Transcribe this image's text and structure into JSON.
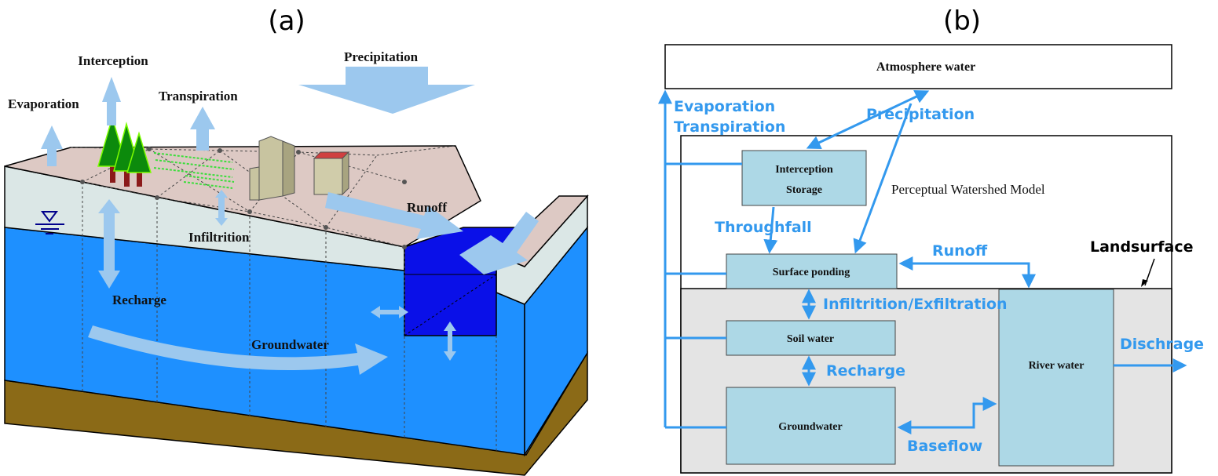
{
  "panel_a": {
    "label": "(a)",
    "labels": {
      "interception": "Interception",
      "evaporation": "Evaporation",
      "transpiration": "Transpiration",
      "precipitation": "Precipitation",
      "runoff": "Runoff",
      "infiltration": "Infiltrition",
      "recharge": "Recharge",
      "groundwater": "Groundwater"
    }
  },
  "panel_b": {
    "label": "(b)",
    "boxes": {
      "atmosphere": "Atmosphere water",
      "interception_1": "Interception",
      "interception_2": "Storage",
      "surface_ponding": "Surface ponding",
      "soil_water": "Soil water",
      "groundwater": "Groundwater",
      "river_water": "River water"
    },
    "labels": {
      "perceptual_model": "Perceptual Watershed Model",
      "landsurface": "Landsurface",
      "evaporation": "Evaporation",
      "transpiration": "Transpiration",
      "precipitation": "Precipitation",
      "throughfall": "Throughfall",
      "runoff": "Runoff",
      "infiltration_exfiltration": "Infiltrition/Exfiltration",
      "recharge": "Recharge",
      "baseflow": "Baseflow",
      "discharge": "Dischrage"
    }
  },
  "colors": {
    "arrow_light": "#9cc8ee",
    "arrow_blue": "#3399ee",
    "water": "#1e90ff",
    "channel": "#0a10e8",
    "land_top": "#ddc9c4",
    "soil": "#dbe7e6",
    "bedrock": "#8b6a17",
    "box_fill": "#add8e6",
    "domain_fill": "#e4e4e4"
  }
}
